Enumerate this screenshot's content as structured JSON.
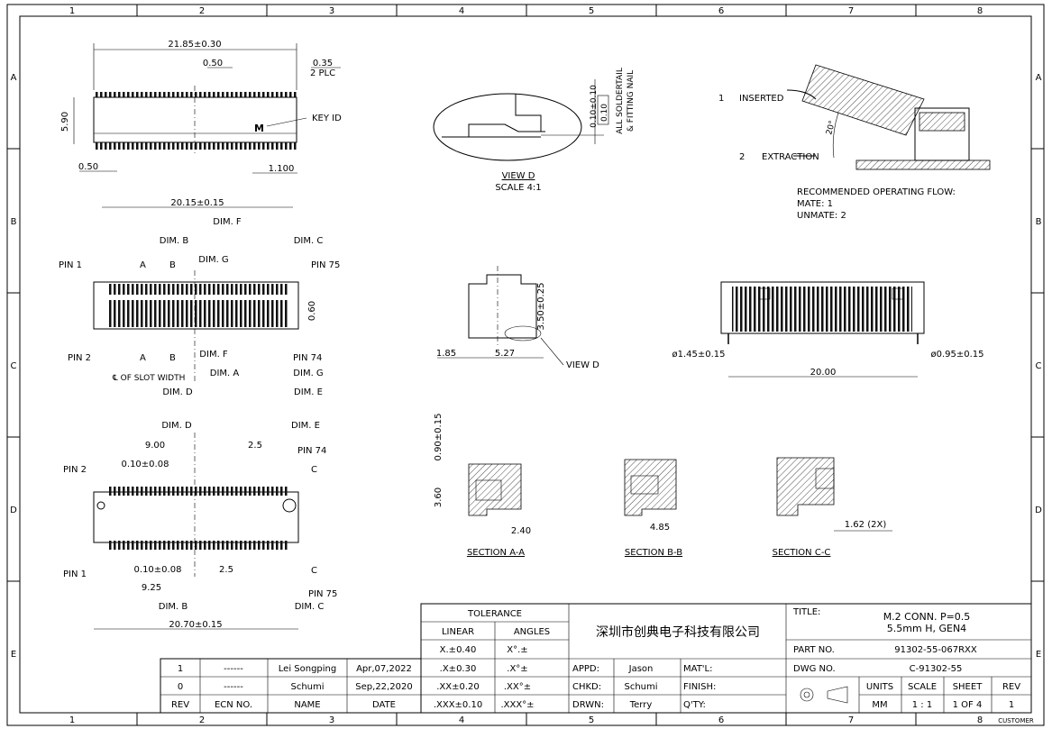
{
  "grid": {
    "cols": [
      "1",
      "2",
      "3",
      "4",
      "5",
      "6",
      "7",
      "8"
    ],
    "rows": [
      "A",
      "B",
      "C",
      "D",
      "E"
    ]
  },
  "view1": {
    "overall": "21.85±0.30",
    "pitch": "0.50",
    "edge": "0.35",
    "edge_note": "2 PLC",
    "height": "5.90",
    "key_mark": "M",
    "key_label": "KEY ID",
    "left_offset": "0.50",
    "right_offset": "1.100"
  },
  "view_d": {
    "title": "VIEW D",
    "scale": "SCALE 4:1",
    "tol": "0.10±0.10",
    "flat": "0.10",
    "note1": "ALL SOLDERTAIL",
    "note2": "& FITTING NAIL"
  },
  "insertion": {
    "step1": "1",
    "step1_label": "INSERTED",
    "step2": "2",
    "step2_label": "EXTRACTION",
    "angle": "20°",
    "flow_title": "RECOMMENDED OPERATING FLOW:",
    "mate": "MATE: 1",
    "unmate": "UNMATE: 2"
  },
  "top_view": {
    "overall": "20.15±0.15",
    "dim_f": "DIM. F",
    "dim_b": "DIM. B",
    "dim_c": "DIM. C",
    "dim_g": "DIM. G",
    "pin1": "PIN 1",
    "pin75": "PIN 75",
    "a": "A",
    "b": "B",
    "height": "0.60",
    "pin2": "PIN 2",
    "pin74": "PIN 74",
    "dim_f2": "DIM. F",
    "dim_g2": "DIM. G",
    "slot": "℄ OF SLOT WIDTH",
    "dim_a": "DIM. A",
    "dim_d": "DIM. D",
    "dim_e": "DIM. E"
  },
  "side_view": {
    "height": "3.50±0.25",
    "left": "1.85",
    "width": "5.27",
    "view_label": "VIEW D"
  },
  "front_view": {
    "hole1": "ø1.45±0.15",
    "hole2": "ø0.95±0.15",
    "width": "20.00"
  },
  "bottom_view": {
    "dim_d": "DIM. D",
    "dim_e": "DIM. E",
    "d900": "9.00",
    "d25": "2.5",
    "pin74": "PIN 74",
    "pin2": "PIN 2",
    "tol": "0.10±0.08",
    "c": "C",
    "pin1": "PIN 1",
    "tol2": "0.10±0.08",
    "d25b": "2.5",
    "d925": "9.25",
    "c2": "C",
    "pin75": "PIN 75",
    "dim_b": "DIM. B",
    "dim_c": "DIM. C",
    "overall": "20.70±0.15"
  },
  "sections": {
    "aa_h1": "0.90±0.15",
    "aa_h2": "3.60",
    "aa_w": "2.40",
    "aa_label": "SECTION A-A",
    "bb_w": "4.85",
    "bb_label": "SECTION B-B",
    "cc_w": "1.62 (2X)",
    "cc_label": "SECTION C-C"
  },
  "title_block": {
    "tolerance": "TOLERANCE",
    "linear": "LINEAR",
    "angles": "ANGLES",
    "rows": [
      [
        "X.±0.40",
        "X°.±"
      ],
      [
        ".X±0.30",
        ".X°±"
      ],
      [
        ".XX±0.20",
        ".XX°±"
      ],
      [
        ".XXX±0.10",
        ".XXX°±"
      ]
    ],
    "company": "深圳市创典电子科技有限公司",
    "title_label": "TITLE:",
    "title1": "M.2 CONN. P=0.5",
    "title2": "5.5mm H, GEN4",
    "part_label": "PART NO.",
    "part_no": "91302-55-067RXX",
    "dwg_label": "DWG NO.",
    "dwg_no": "C-91302-55",
    "appd_label": "APPD:",
    "appd": "Jason",
    "chkd_label": "CHKD:",
    "chkd": "Schumi",
    "drwn_label": "DRWN:",
    "drwn": "Terry",
    "matl_label": "MAT'L:",
    "finish_label": "FINISH:",
    "qty_label": "Q'TY:",
    "units_label": "UNITS",
    "units": "MM",
    "scale_label": "SCALE",
    "scale": "1 : 1",
    "sheet_label": "SHEET",
    "sheet": "1 OF 4",
    "rev_label": "REV",
    "rev": "1",
    "customer": "CUSTOMER"
  },
  "revisions": {
    "header": [
      "REV",
      "ECN NO.",
      "NAME",
      "DATE"
    ],
    "rows": [
      [
        "1",
        "------",
        "Lei Songping",
        "Apr,07,2022"
      ],
      [
        "0",
        "------",
        "Schumi",
        "Sep,22,2020"
      ]
    ]
  }
}
